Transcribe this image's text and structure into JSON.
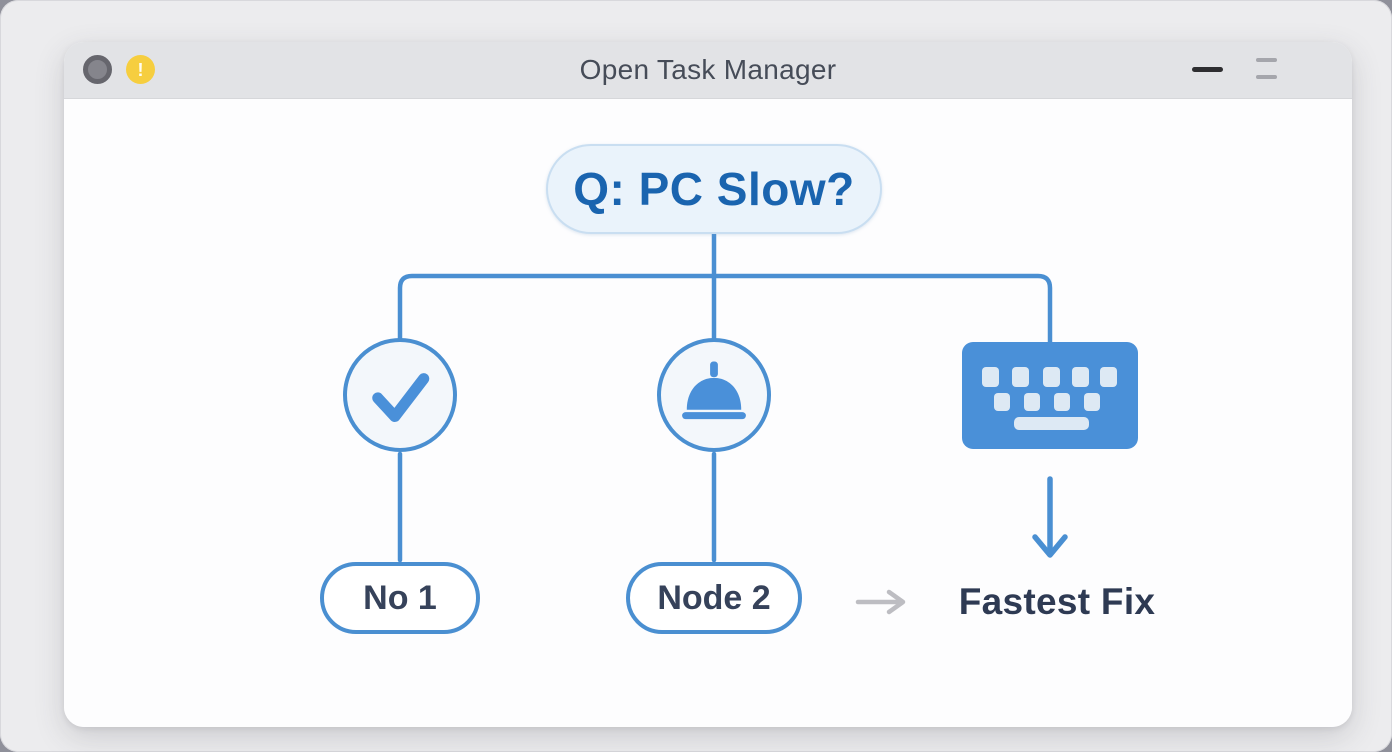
{
  "window": {
    "title": "Open Task Manager",
    "controls": {
      "close_label": "",
      "alert_glyph": "!",
      "minimize": "minimize",
      "restore": "restore"
    }
  },
  "diagram": {
    "root_label": "Q: PC Slow?",
    "branch_icons": [
      "checkmark",
      "service-bell",
      "keyboard"
    ],
    "leaf1_label": "No 1",
    "leaf2_label": "Node 2",
    "result_label": "Fastest Fix"
  },
  "colors": {
    "accent_blue": "#4a8fd1",
    "root_text_blue": "#1a64af",
    "root_fill": "#eaf3fb",
    "node_fill": "#f3f7fb",
    "keyboard_fill": "#4a90d8",
    "key_fill": "#dde9f4",
    "label_dark": "#36425a",
    "gray_arrow": "#bdbdc2",
    "titlebar_bg": "#e2e3e6",
    "warning_yellow": "#f6ce3f"
  }
}
